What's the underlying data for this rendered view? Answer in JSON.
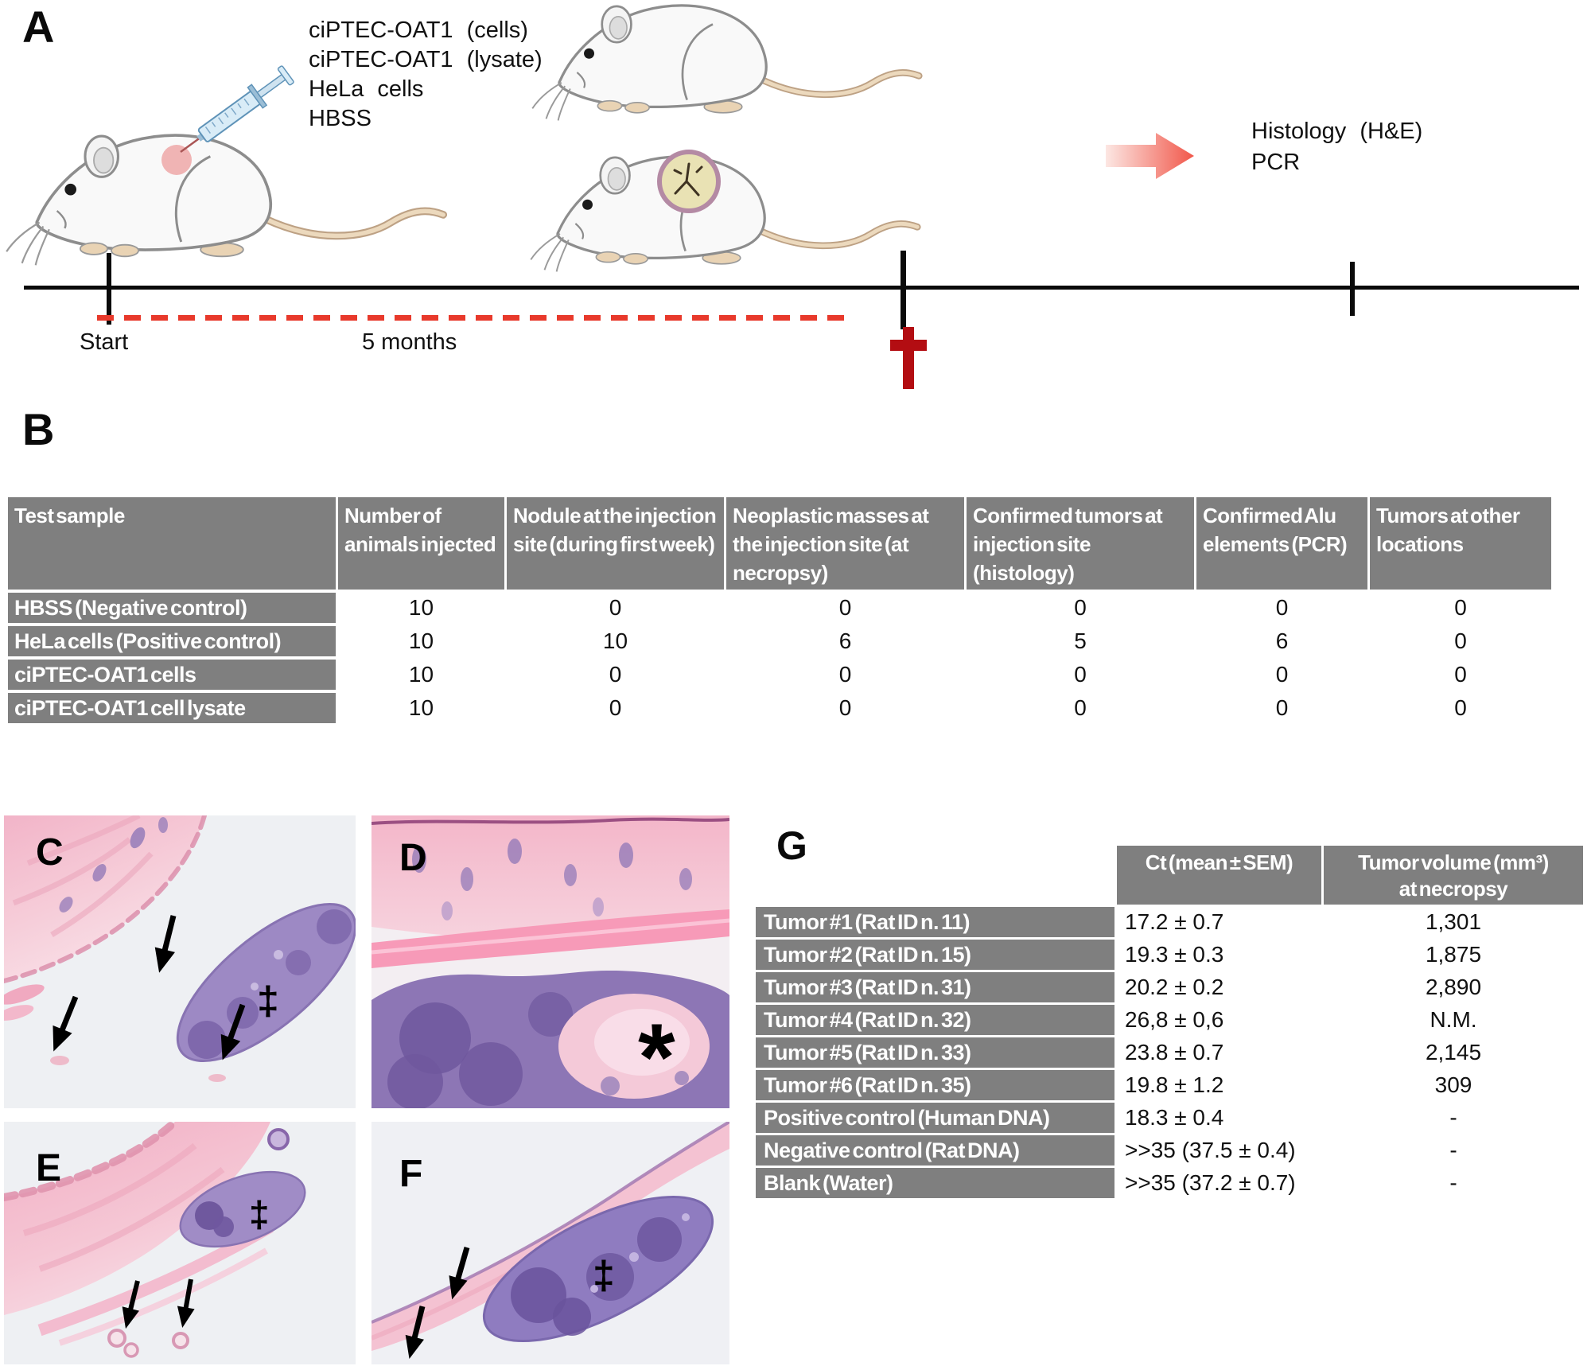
{
  "colors": {
    "table_grey": "#7f7f7f",
    "dash_red": "#e8392b",
    "arrow_red": "#f1574a",
    "dagger_red": "#b30d12"
  },
  "panelA": {
    "label": "A",
    "samples": [
      "ciPTEC-OAT1 (cells)",
      "ciPTEC-OAT1 (lysate)",
      "HeLa cells",
      "HBSS"
    ],
    "analyses": [
      "Histology (H&E)",
      "PCR"
    ],
    "timeline": {
      "start": "Start",
      "duration": "5 months"
    }
  },
  "panelB": {
    "label": "B",
    "headers": [
      "Test sample",
      "Number of animals injected",
      "Nodule at the injection site (during first week)",
      "Neoplastic masses at the injection site (at necropsy)",
      "Confirmed tumors at injection site (histology)",
      "Confirmed Alu elements (PCR)",
      "Tumors at other locations"
    ],
    "rows": [
      {
        "label": "HBSS (Negative control)",
        "values": [
          "10",
          "0",
          "0",
          "0",
          "0",
          "0"
        ]
      },
      {
        "label": "HeLa cells (Positive control)",
        "values": [
          "10",
          "10",
          "6",
          "5",
          "6",
          "0"
        ]
      },
      {
        "label": "ciPTEC-OAT1 cells",
        "values": [
          "10",
          "0",
          "0",
          "0",
          "0",
          "0"
        ]
      },
      {
        "label": "ciPTEC-OAT1 cell lysate",
        "values": [
          "10",
          "0",
          "0",
          "0",
          "0",
          "0"
        ]
      }
    ]
  },
  "histology": {
    "panels": [
      {
        "label": "C",
        "marker": "‡"
      },
      {
        "label": "D",
        "marker": "*"
      },
      {
        "label": "E",
        "marker": "‡"
      },
      {
        "label": "F",
        "marker": "‡"
      }
    ]
  },
  "panelG": {
    "label": "G",
    "headers": {
      "ct": "Ct (mean ± SEM)",
      "volume_line1": "Tumor volume (mm³)",
      "volume_line2": "at necropsy"
    },
    "rows": [
      {
        "label": "Tumor #1 (Rat ID n. 11)",
        "ct": "17.2 ± 0.7",
        "volume": "1,301"
      },
      {
        "label": "Tumor #2 (Rat ID n. 15)",
        "ct": "19.3 ± 0.3",
        "volume": "1,875"
      },
      {
        "label": "Tumor #3 (Rat ID n. 31)",
        "ct": "20.2 ± 0.2",
        "volume": "2,890"
      },
      {
        "label": "Tumor #4 (Rat ID n. 32)",
        "ct": "26,8 ± 0,6",
        "volume": "N.M."
      },
      {
        "label": "Tumor #5 (Rat ID n. 33)",
        "ct": "23.8 ± 0.7",
        "volume": "2,145"
      },
      {
        "label": "Tumor #6 (Rat ID n. 35)",
        "ct": "19.8 ± 1.2",
        "volume": "309"
      },
      {
        "label": "Positive control (Human DNA)",
        "ct": "18.3 ± 0.4",
        "volume": "-"
      },
      {
        "label": "Negative control (Rat DNA)",
        "ct": ">>35 (37.5 ± 0.4)",
        "volume": "-"
      },
      {
        "label": "Blank (Water)",
        "ct": ">>35 (37.2 ± 0.7)",
        "volume": "-"
      }
    ]
  }
}
